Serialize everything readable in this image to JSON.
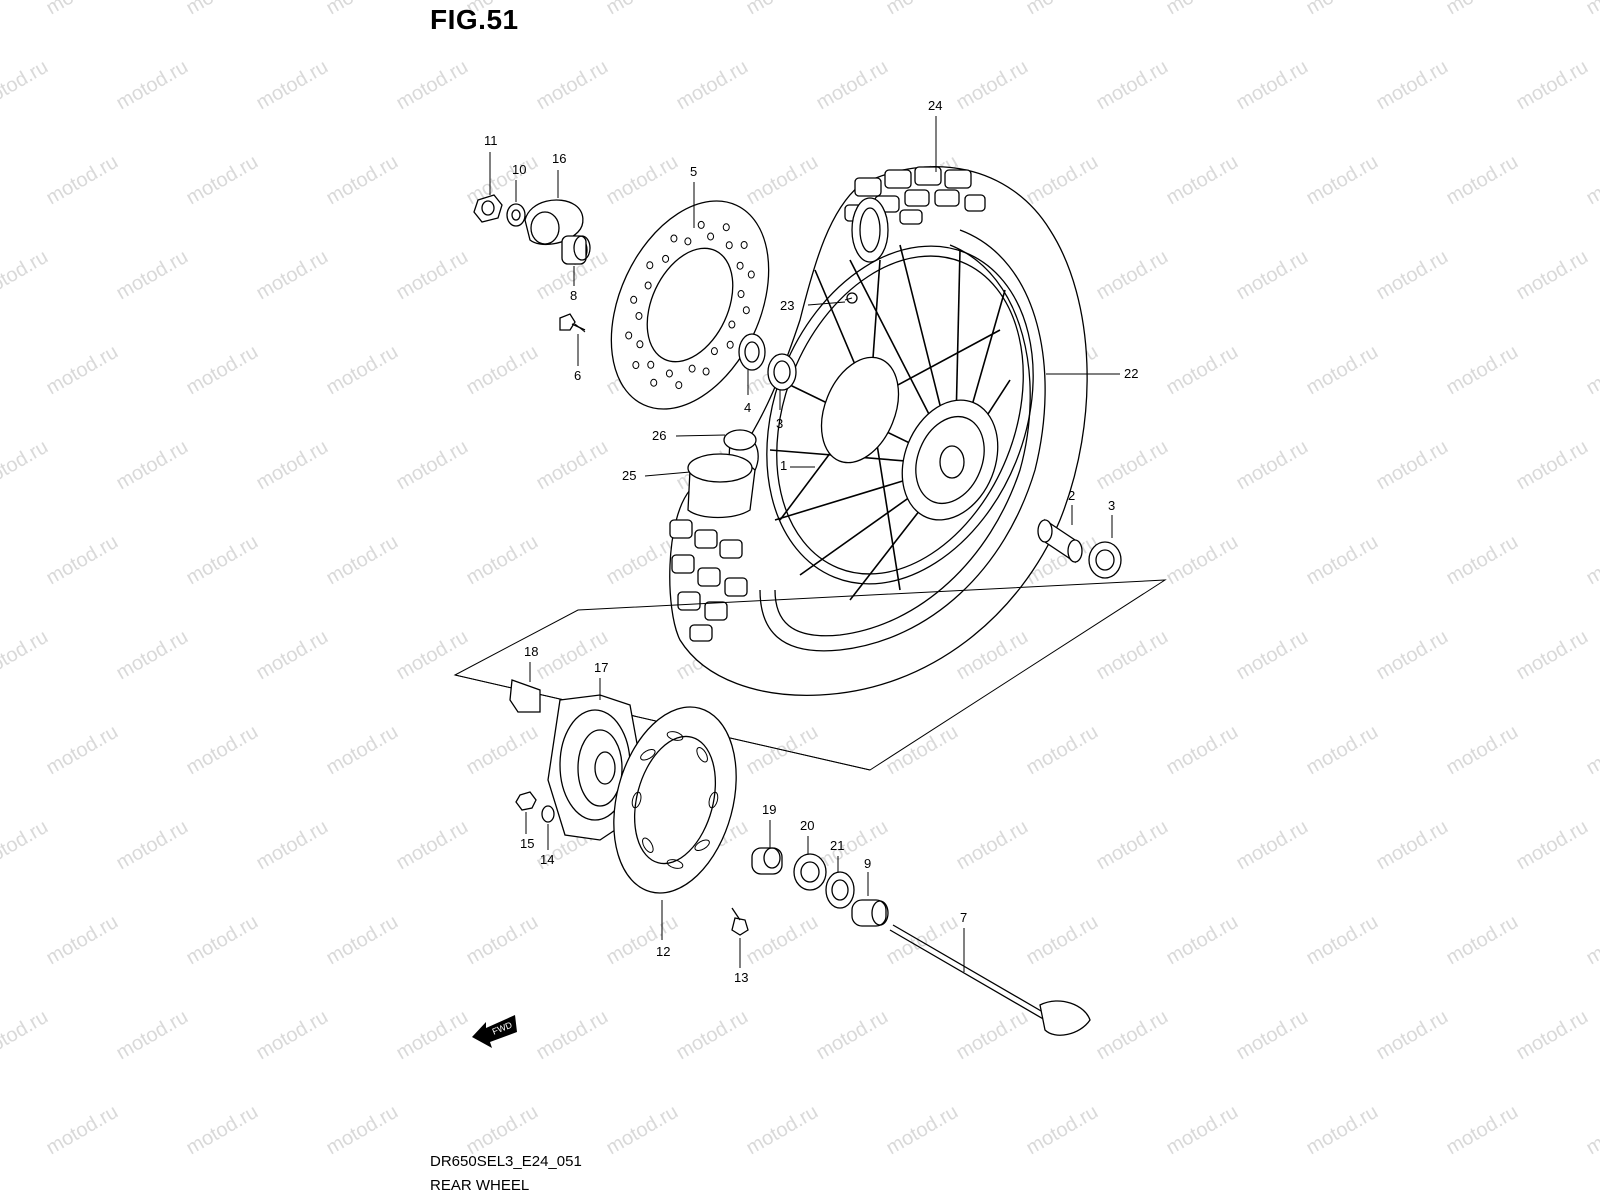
{
  "figure": {
    "title": "FIG.51"
  },
  "footer": {
    "code": "DR650SEL3_E24_051",
    "name": "REAR WHEEL"
  },
  "watermark": {
    "text": "motod.ru"
  },
  "fwd_badge": {
    "text": "FWD"
  },
  "callouts": [
    {
      "id": "1",
      "label": "1"
    },
    {
      "id": "2",
      "label": "2"
    },
    {
      "id": "3a",
      "label": "3"
    },
    {
      "id": "3b",
      "label": "3"
    },
    {
      "id": "4",
      "label": "4"
    },
    {
      "id": "5",
      "label": "5"
    },
    {
      "id": "6",
      "label": "6"
    },
    {
      "id": "7",
      "label": "7"
    },
    {
      "id": "8",
      "label": "8"
    },
    {
      "id": "9",
      "label": "9"
    },
    {
      "id": "10",
      "label": "10"
    },
    {
      "id": "11",
      "label": "11"
    },
    {
      "id": "12",
      "label": "12"
    },
    {
      "id": "13",
      "label": "13"
    },
    {
      "id": "14",
      "label": "14"
    },
    {
      "id": "15",
      "label": "15"
    },
    {
      "id": "16",
      "label": "16"
    },
    {
      "id": "17",
      "label": "17"
    },
    {
      "id": "18",
      "label": "18"
    },
    {
      "id": "19",
      "label": "19"
    },
    {
      "id": "20",
      "label": "20"
    },
    {
      "id": "21",
      "label": "21"
    },
    {
      "id": "22",
      "label": "22"
    },
    {
      "id": "23",
      "label": "23"
    },
    {
      "id": "24",
      "label": "24"
    },
    {
      "id": "25",
      "label": "25"
    },
    {
      "id": "26",
      "label": "26"
    }
  ]
}
